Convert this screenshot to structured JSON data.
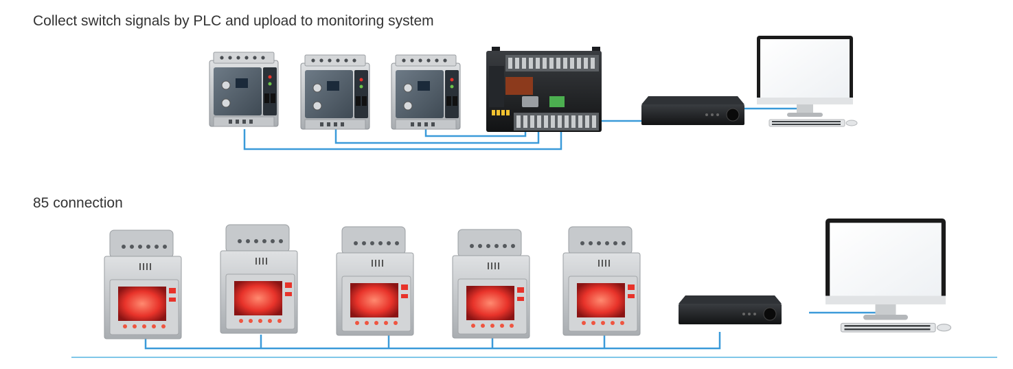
{
  "section_plc": {
    "caption": "Collect switch signals by PLC and upload to monitoring system",
    "relay_count": 3,
    "components": [
      "residual-current-relay",
      "plc-controller",
      "network-recorder",
      "monitoring-computer"
    ]
  },
  "section_rs485": {
    "caption": "85 connection",
    "meter_count": 5,
    "components": [
      "digital-meter",
      "network-recorder",
      "monitoring-computer"
    ]
  },
  "colors": {
    "wire": "#3a9ad9",
    "caption_text": "#333333",
    "device_grey": "#b9bcbf",
    "display_red": "#e8332a",
    "recorder_dark": "#1e2023"
  }
}
